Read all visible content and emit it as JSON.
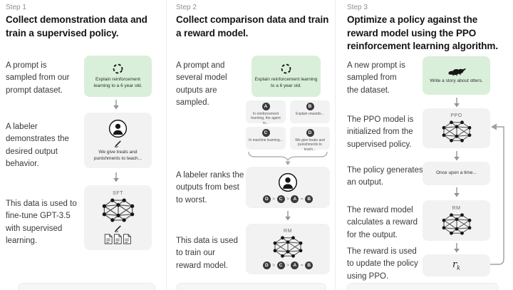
{
  "colors": {
    "green_card": "#d9efd9",
    "gray_card": "#f2f2f3",
    "ink": "#161616",
    "muted_gray": "#8f8f8f"
  },
  "icons": {
    "prompt_icon": "dashed-cycle-icon",
    "labeler_icon": "person-icon",
    "pen_icon": "pen-icon",
    "documents_icon": "documents-icon",
    "network_icon": "neural-network-icon",
    "otter_icon": "otter-icon",
    "down_arrow": "down-arrow-icon",
    "brace": "curly-brace-icon",
    "loop": "feedback-loop-arrow"
  },
  "step1": {
    "label": "Step 1",
    "title": "Collect demonstration data and train a supervised policy.",
    "prompt_text": "A prompt is sampled from our prompt dataset.",
    "prompt_card": "Explain reinforcement learning to a 6 year old.",
    "labeler_text": "A labeler demonstrates the desired output behavior.",
    "labeler_card": "We give treats and punishments to teach...",
    "sft_text": "This data is used to fine-tune GPT-3.5 with supervised learning.",
    "sft_label": "SFT"
  },
  "step2": {
    "label": "Step 2",
    "title": "Collect comparison data and train a reward model.",
    "sample_text": "A prompt and several model outputs are sampled.",
    "prompt_card": "Explain reinforcement learning to a 6 year old.",
    "outputs": [
      {
        "letter": "A",
        "text": "In reinforcement learning, the agent is..."
      },
      {
        "letter": "B",
        "text": "Explain rewards..."
      },
      {
        "letter": "C",
        "text": "In machine learning..."
      },
      {
        "letter": "D",
        "text": "We give treats and punishments to teach..."
      }
    ],
    "rank_text": "A labeler ranks the outputs from best to worst.",
    "ranking": [
      "D",
      ">",
      "C",
      ">",
      "A",
      "=",
      "B"
    ],
    "train_text": "This data is used to train our reward model.",
    "rm_label": "RM"
  },
  "step3": {
    "label": "Step 3",
    "title": "Optimize a policy against the reward model using the PPO reinforcement learning algorithm.",
    "prompt_text": "A new prompt is sampled from the dataset.",
    "prompt_card": "Write a story about otters.",
    "ppo_text": "The PPO model is initialized from the supervised policy.",
    "ppo_label": "PPO",
    "output_text": "The policy generates an output.",
    "output_card": "Once upon a time...",
    "reward_text": "The reward model calculates a reward for the output.",
    "rm_label": "RM",
    "update_text": "The reward is used to update the policy using PPO.",
    "reward_symbol": "r",
    "reward_subscript": "k"
  }
}
